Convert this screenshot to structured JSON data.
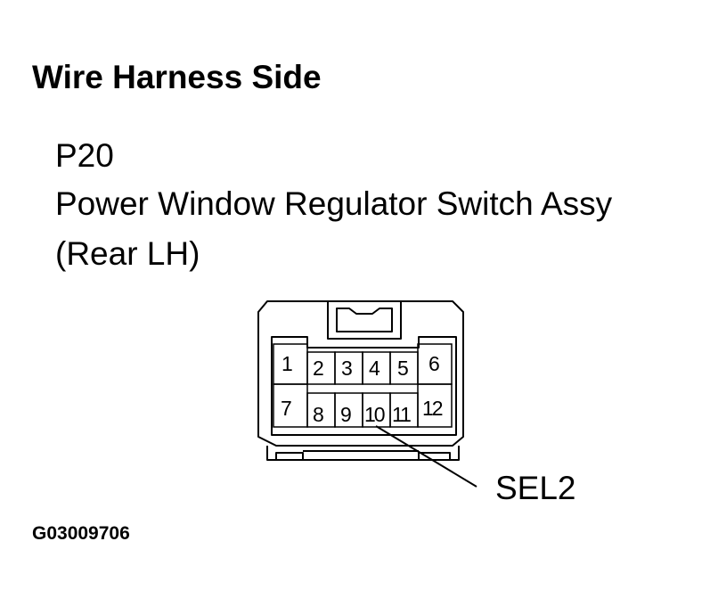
{
  "heading": "Wire Harness Side",
  "connector": {
    "code": "P20",
    "name": "Power Window Regulator Switch Assy",
    "position": "(Rear LH)"
  },
  "pins": {
    "top_row": [
      "1",
      "2",
      "3",
      "4",
      "5",
      "6"
    ],
    "bottom_row": [
      "7",
      "8",
      "9",
      "10",
      "11",
      "12"
    ]
  },
  "callout": {
    "label": "SEL2",
    "pin": "10"
  },
  "figure_id": "G03009706"
}
